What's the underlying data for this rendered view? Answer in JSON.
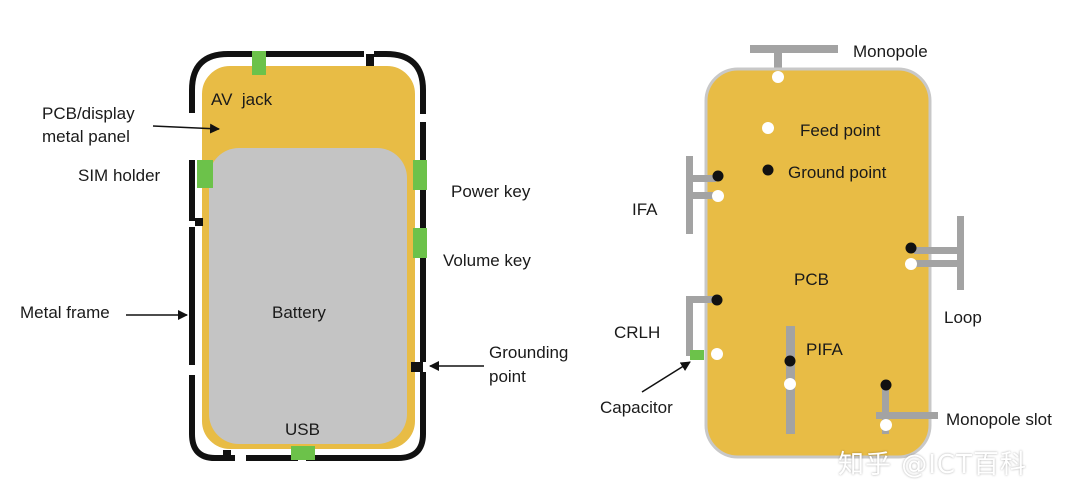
{
  "left_diagram": {
    "av_jack": "AV  jack",
    "pcb_panel_line1": "PCB/display",
    "pcb_panel_line2": "metal panel",
    "sim_holder": "SIM holder",
    "power_key": "Power key",
    "volume_key": "Volume key",
    "metal_frame": "Metal frame",
    "battery": "Battery",
    "grounding_line1": "Grounding",
    "grounding_line2": "point",
    "usb": "USB"
  },
  "right_diagram": {
    "monopole": "Monopole",
    "feed_point": "Feed point",
    "ground_point": "Ground point",
    "ifa": "IFA",
    "pcb": "PCB",
    "loop": "Loop",
    "crlh": "CRLH",
    "pifa": "PIFA",
    "capacitor": "Capacitor",
    "monopole_slot": "Monopole slot"
  },
  "watermark": "知乎 @ICT百科",
  "colors": {
    "pcb": "#E8BC45",
    "battery": "#C4C4C4",
    "frame": "#111111",
    "green": "#6CC24A",
    "antenna": "#A3A3A3",
    "pcb_border": "#C8C8C8"
  }
}
